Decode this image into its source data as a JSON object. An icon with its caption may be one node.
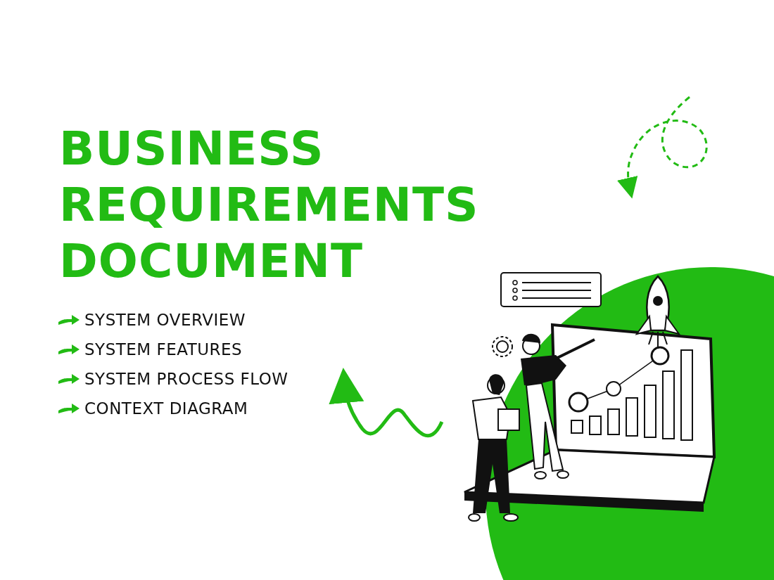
{
  "diagram": {
    "title": "BUSINESS REQUIREMENTS DOCUMENT",
    "labels": [
      "SYSTEM OVERVIEW",
      "SYSTEM FEATURES",
      "SYSTEM PROCESS FLOW",
      "CONTEXT DIAGRAM"
    ]
  }
}
